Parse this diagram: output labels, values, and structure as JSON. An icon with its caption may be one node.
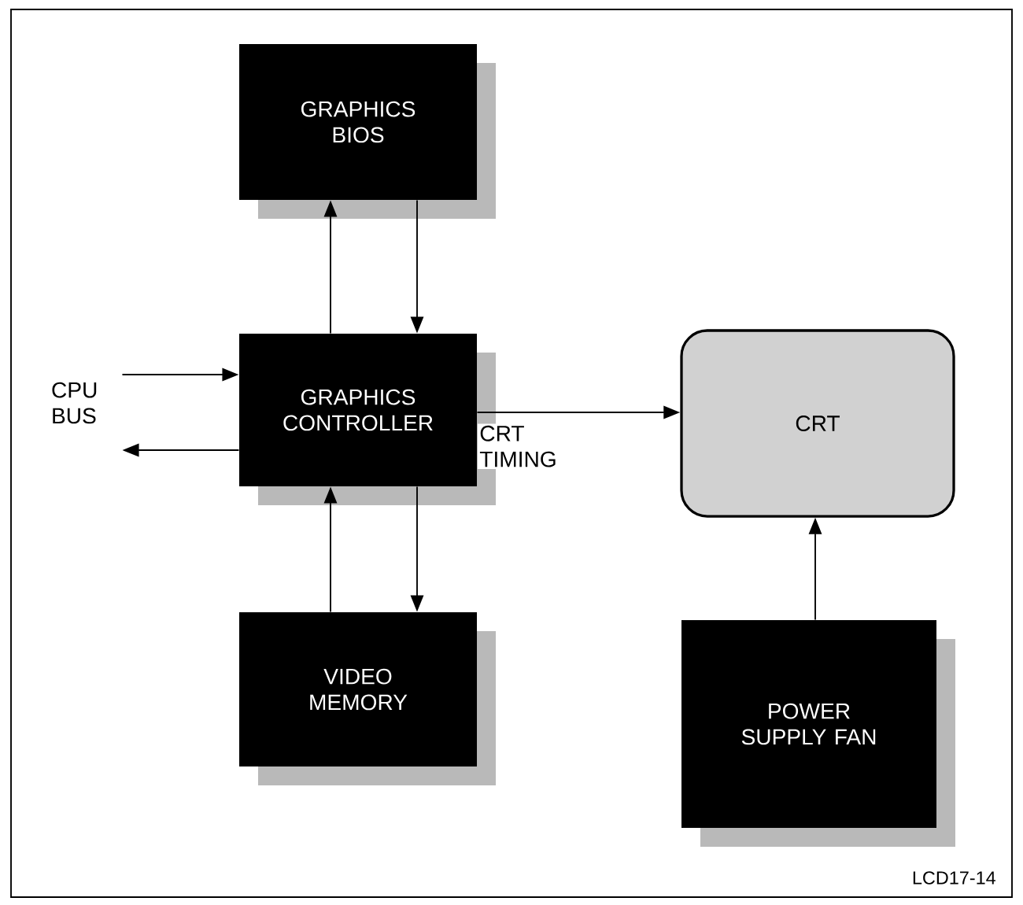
{
  "diagram": {
    "nodes": [
      {
        "text": [
          "GRAPHICS BIOS"
        ]
      },
      {
        "text": [
          "GRAPHICS CONTROLLER"
        ]
      },
      {
        "text": [
          "VIDEO MEMORY"
        ]
      },
      {
        "text": [
          "CRT"
        ]
      },
      {
        "text": [
          "POWER SUPPLY FAN"
        ]
      },
      {
        "text": [
          "CPU BUS"
        ]
      }
    ],
    "edges": [
      {
        "from": 1,
        "to": 0,
        "arrow": "to"
      },
      {
        "from": 0,
        "to": 1,
        "arrow": "to"
      },
      {
        "from": 5,
        "to": 1,
        "arrow": "to"
      },
      {
        "from": 1,
        "to": 5,
        "arrow": "to"
      },
      {
        "from": 1,
        "to": 3,
        "arrow": "to",
        "label": "CRT TIMING"
      },
      {
        "from": 2,
        "to": 1,
        "arrow": "to"
      },
      {
        "from": 1,
        "to": 2,
        "arrow": "to"
      },
      {
        "from": 4,
        "to": 3,
        "arrow": "to"
      }
    ],
    "labels": [
      "LCD17-14"
    ]
  }
}
